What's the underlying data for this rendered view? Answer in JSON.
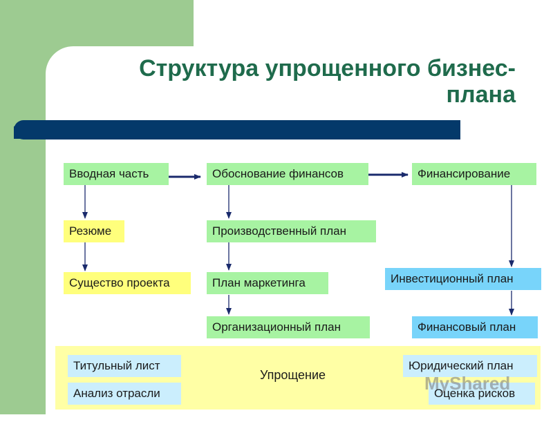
{
  "title": {
    "line1": "Структура упрощенного бизнес-",
    "line2": "плана"
  },
  "col1": {
    "intro": "Вводная часть",
    "resume": "Резюме",
    "essence": "Существо проекта"
  },
  "col2": {
    "justification": "Обоснование финансов",
    "production": "Производственный план",
    "marketing": "План маркетинга",
    "organization": "Организационный план"
  },
  "col3": {
    "financing": "Финансирование",
    "investment": "Инвестиционный план",
    "financial": "Финансовый план"
  },
  "bottom": {
    "title_page": "Титульный лист",
    "industry": "Анализ отрасли",
    "simplification": "Упрощение",
    "legal": "Юридический план",
    "risk": "Оценка рисков"
  },
  "watermark": "MyShared",
  "colors": {
    "accent_green": "#9dcb91",
    "title": "#1f6b4c",
    "bar": "#04396a",
    "box_green": "#a7f3a2",
    "box_yellow": "#ffff7c",
    "box_blue": "#78d4fa",
    "band": "#ffffa5"
  }
}
